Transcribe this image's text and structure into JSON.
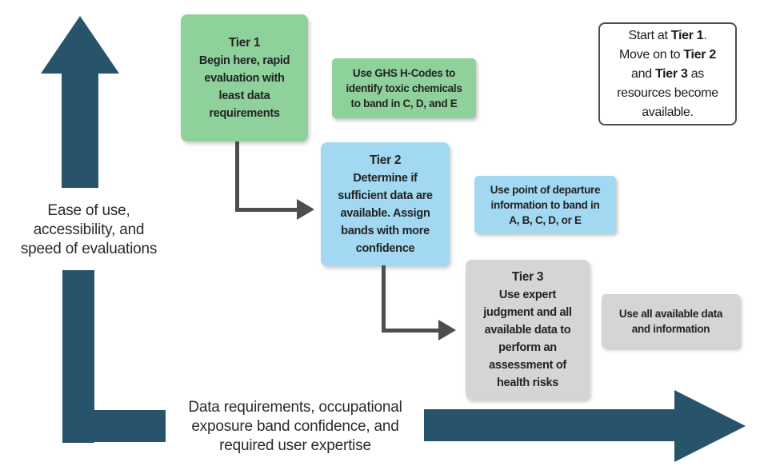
{
  "title": "Tiered occupational exposure banding process diagram",
  "colors": {
    "teal": "#27536b",
    "green": "#8fd19b",
    "blue": "#a2d8f1",
    "gray": "#d3d5d7",
    "connector": "#4d4d4d",
    "border": "#4d4d4d"
  },
  "axes": {
    "y_label": "Ease of use,\naccessibility, and\nspeed of evaluations",
    "x_label": "Data requirements, occupational\nexposure band confidence, and\nrequired user expertise"
  },
  "tiers": [
    {
      "title": "Tier 1",
      "body": "Begin here, rapid\nevaluation with\nleast data\nrequirements",
      "side_note": "Use GHS H-Codes to\nidentify toxic chemicals\nto band in C, D, and E"
    },
    {
      "title": "Tier 2",
      "body": "Determine if\nsufficient data are\navailable. Assign\nbands with more\nconfidence",
      "side_note": "Use point of departure\ninformation to band in\nA, B, C, D, or E"
    },
    {
      "title": "Tier 3",
      "body": "Use expert\njudgment and all\navailable data to\nperform an\nassessment of\nhealth risks",
      "side_note": "Use all available data\nand information"
    }
  ],
  "start_note": {
    "lines": [
      {
        "pre": "Start at ",
        "bold": "Tier 1",
        "post": "."
      },
      {
        "pre": "Move on to ",
        "bold": "Tier 2",
        "post": ""
      },
      {
        "pre": "and ",
        "bold": "Tier 3",
        "post": " as"
      },
      {
        "pre": "resources become",
        "bold": "",
        "post": ""
      },
      {
        "pre": "available.",
        "bold": "",
        "post": ""
      }
    ]
  }
}
